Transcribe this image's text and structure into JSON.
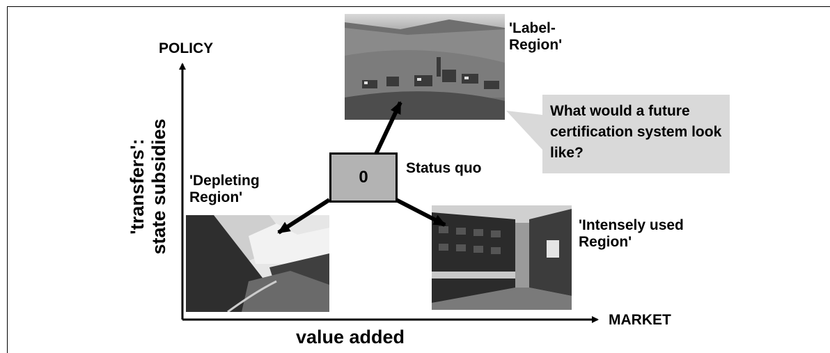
{
  "axes": {
    "y_top_label": "POLICY",
    "y_side_label_line1": "'transfers':",
    "y_side_label_line2": "state subsidies",
    "x_right_label": "MARKET",
    "x_bottom_label": "value added"
  },
  "center": {
    "box_value": "0",
    "box_label": "Status quo"
  },
  "regions": {
    "label_region": {
      "line1": "'Label-",
      "line2": "Region'"
    },
    "depleting_region": {
      "line1": "'Depleting",
      "line2": "Region'"
    },
    "intensely_used_region": {
      "line1": "'Intensely used",
      "line2": "Region'"
    }
  },
  "callout": {
    "text": "What would a future certification system look like?"
  },
  "icons": {
    "label_region_photo": "alpine-village-photo",
    "depleting_region_photo": "mountain-valley-photo",
    "intensely_used_region_photo": "resort-street-photo"
  },
  "colors": {
    "box_fill": "#b3b3b3",
    "callout_fill": "#d9d9d9",
    "line": "#000000"
  }
}
